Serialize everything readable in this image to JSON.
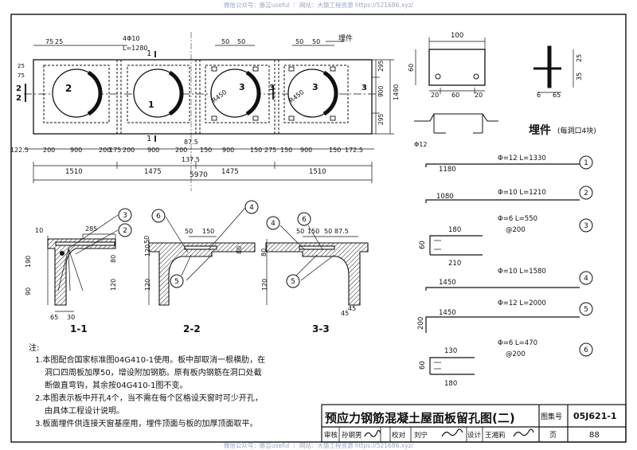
{
  "watermark": "微信公众号：豚芸useful ｜ 网站：大猿工程资源 https://521686.xyz/",
  "title": "预应力钢筋混凝土屋面板留孔图(二)",
  "atlas_label": "图集号",
  "atlas_no": "05J621-1",
  "page_label": "页",
  "page_no": "88",
  "title_block": {
    "review_label": "审核",
    "review_name": "孙钢男",
    "check_label": "校对",
    "check_name": "刘宁",
    "design_label": "设计",
    "design_name": "王湘莉"
  },
  "plan": {
    "top_dims": [
      "75",
      "25",
      "4Φ10",
      "L=1280",
      "50",
      "50",
      "50",
      "50"
    ],
    "embed_label": "埋件",
    "left_dims": [
      "25",
      "75"
    ],
    "right_dims": [
      "295",
      "900",
      "295",
      "1490"
    ],
    "sections": [
      "1",
      "1",
      "2",
      "2",
      "3",
      "3"
    ],
    "circle_marks": [
      "2",
      "1",
      "3",
      "3"
    ],
    "radius_labels": [
      "R450",
      "R450"
    ],
    "middle_dim": "87.5",
    "segment_dims": [
      "122.5",
      "200",
      "900",
      "200",
      "175",
      "200",
      "900",
      "200",
      "150",
      "900",
      "150",
      "275",
      "150",
      "900",
      "150",
      "172.5"
    ],
    "bottom_mid_dim": "137.5",
    "panel_dims": [
      "1510",
      "1475",
      "1475",
      "1510"
    ],
    "total_dim": "5970"
  },
  "embed_detail": {
    "top_width": "100",
    "plate_height": "60",
    "plate_subdims": [
      "20",
      "60",
      "20"
    ],
    "side_dims": [
      "25",
      "35"
    ],
    "side_bottom": [
      "6",
      "65"
    ],
    "bar_label": "Φ12",
    "caption": "埋件",
    "caption_note": "(每洞口4块)"
  },
  "bars": [
    {
      "mark": "1",
      "spec": "Φ=12  L=1330",
      "length": "1180"
    },
    {
      "mark": "2",
      "spec": "Φ=10  L=1210",
      "length": "1080"
    },
    {
      "mark": "3",
      "spec": "Φ=6  L=550",
      "pitch": "@200",
      "dims": [
        "180",
        "60",
        "210"
      ]
    },
    {
      "mark": "4",
      "spec": "Φ=10  L=1580",
      "length": "1450"
    },
    {
      "mark": "5",
      "spec": "Φ=12  L=2000",
      "length": "1450",
      "side": "200"
    },
    {
      "mark": "6",
      "spec": "Φ=6  L=470",
      "pitch": "@200",
      "dims": [
        "130",
        "60",
        "180"
      ]
    }
  ],
  "sec11": {
    "label": "1-1",
    "dims": [
      "285",
      "10",
      "190",
      "90",
      "80",
      "120",
      "65",
      "30"
    ],
    "marks": [
      "3",
      "2"
    ]
  },
  "sec22": {
    "label": "2-2",
    "dims": [
      "50",
      "150",
      "120",
      "50",
      "120",
      "80"
    ],
    "marks": [
      "6",
      "4",
      "5"
    ]
  },
  "sec33": {
    "label": "3-3",
    "dims": [
      "50",
      "150",
      "50",
      "87.5",
      "80",
      "120",
      "45",
      "45"
    ],
    "marks": [
      "4",
      "6",
      "5"
    ]
  },
  "notes": {
    "heading": "注:",
    "items": [
      "1.本图配合国家标准图04G410-1使用。板中部取消一根横肋，在",
      "洞口四周板加厚50，增设附加钢筋。原有板内钢筋在洞口处截",
      "断做直弯钩，其余按04G410-1图不变。",
      "2.本图表示板中开孔4个，当不需在每个区格设天窗时可少开孔，",
      "由具体工程设计说明。",
      "3.板面埋件供连接天窗基座用，埋件顶面与板的加厚顶面取平。"
    ]
  }
}
